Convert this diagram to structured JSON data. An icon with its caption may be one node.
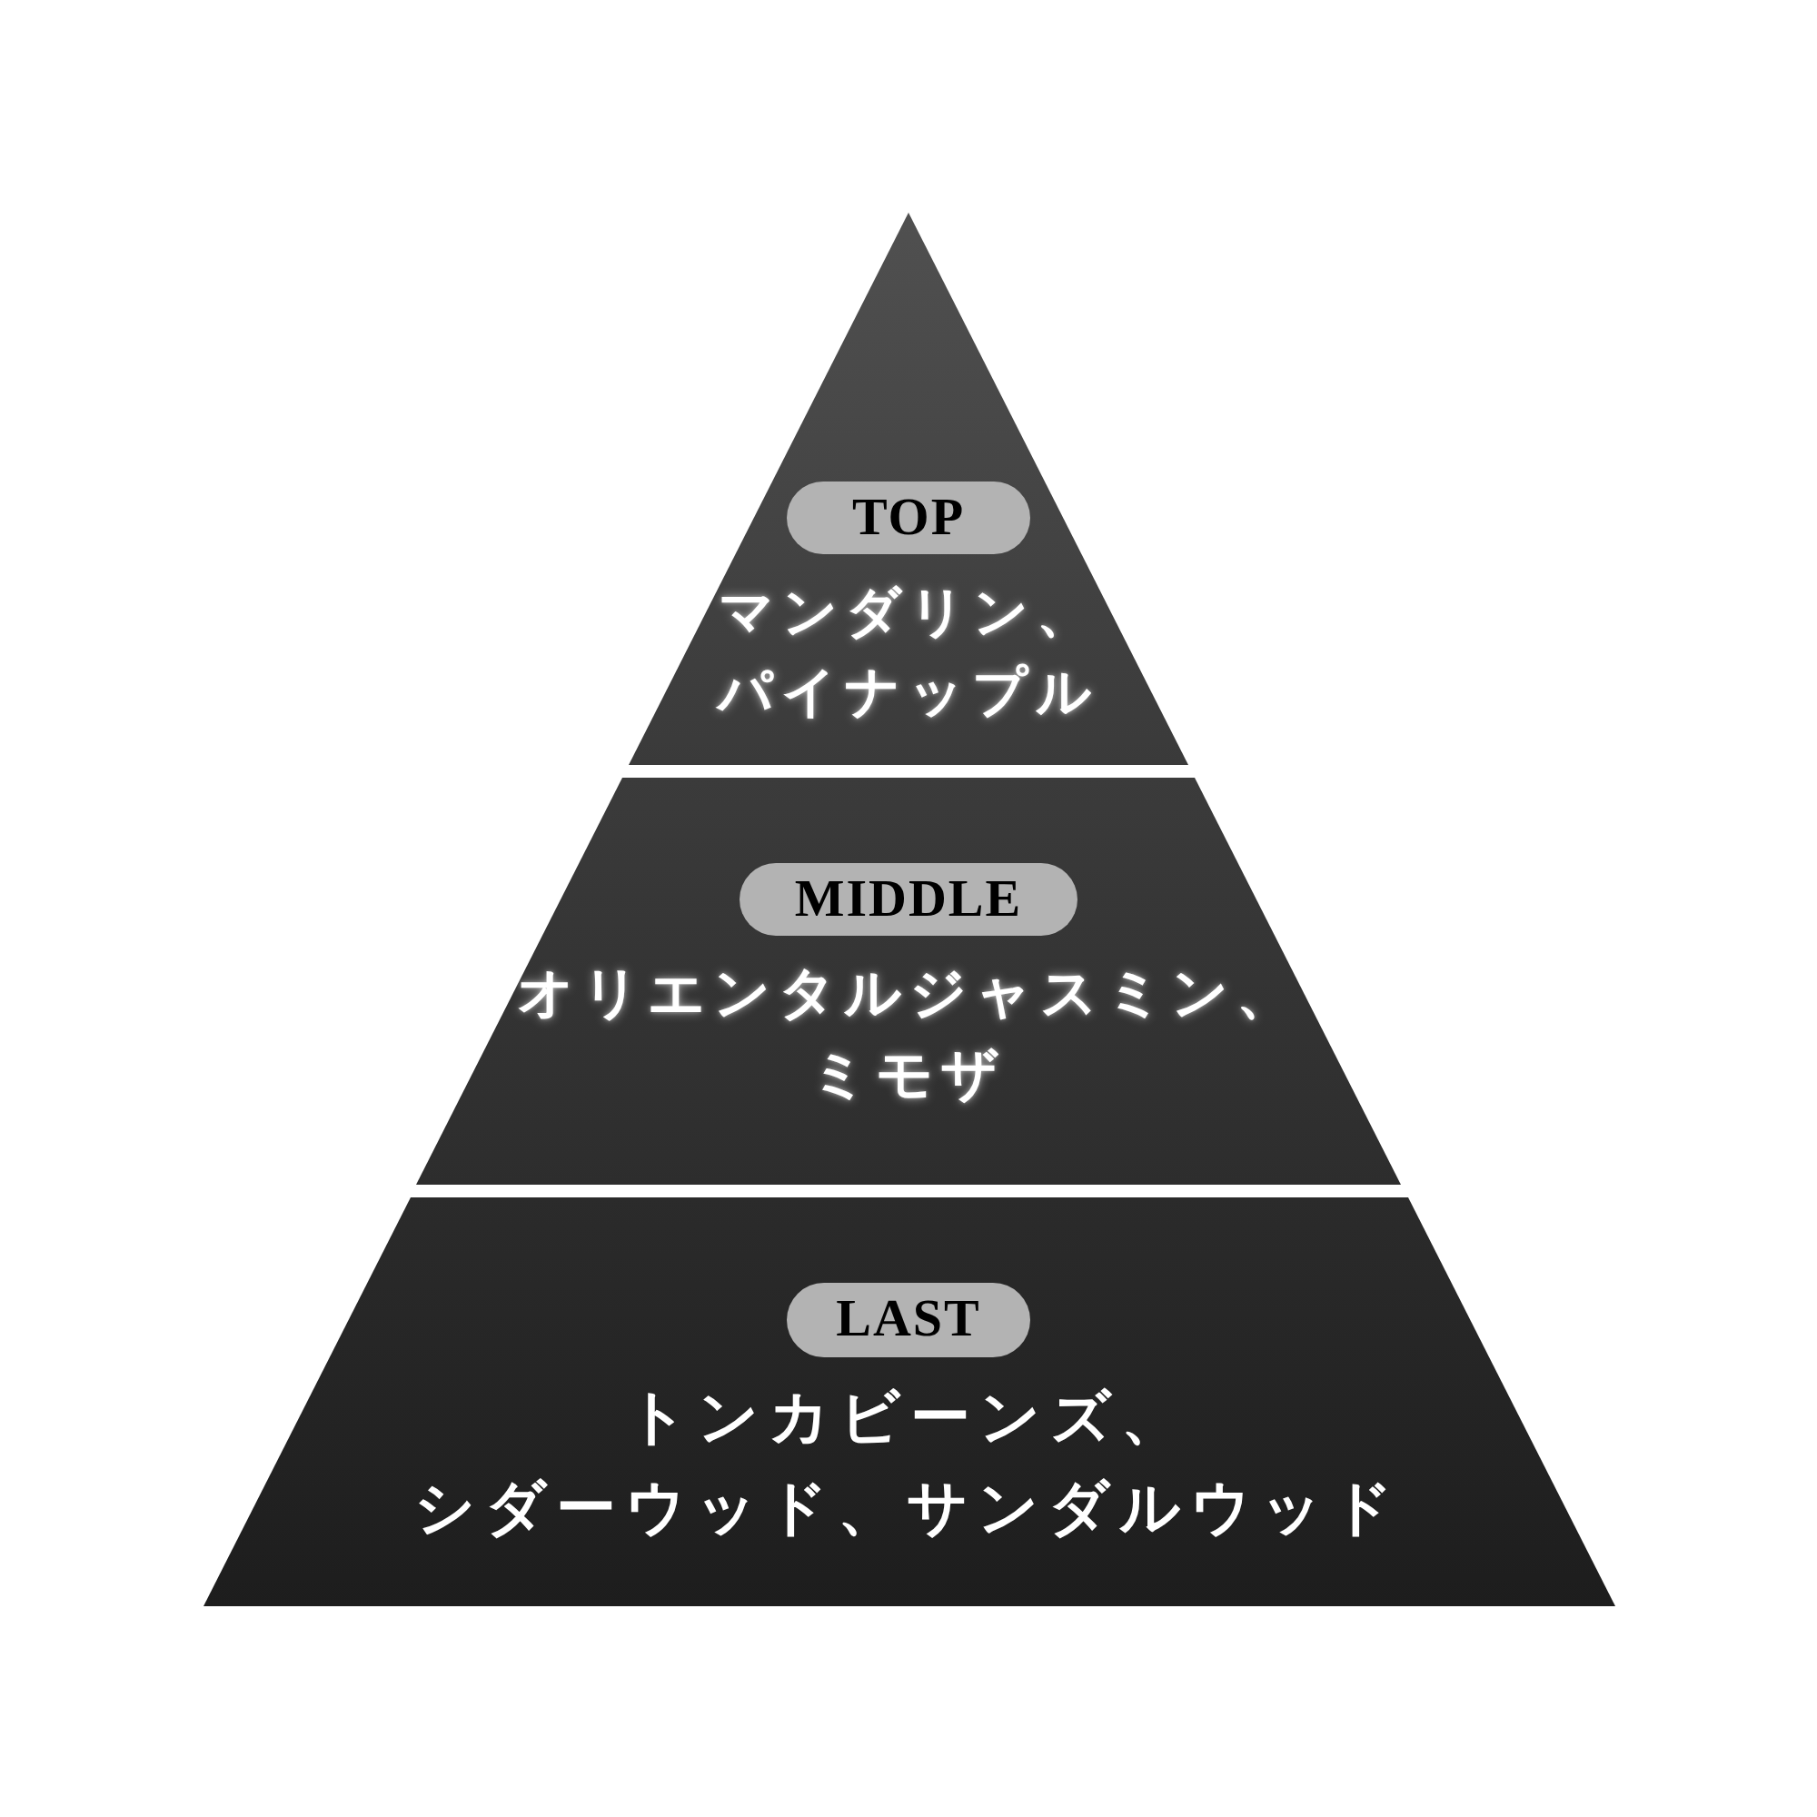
{
  "diagram": {
    "nodes": [
      {
        "text": [
          "マンダリン、パイナップル"
        ]
      },
      {
        "text": [
          "TOP"
        ],
        "in": 0
      },
      {
        "text": [
          "オリエンタルジャスミン、ミモザ"
        ]
      },
      {
        "text": [
          "MIDDLE"
        ],
        "in": 2
      },
      {
        "text": [
          "トンカビーンズ、シダーウッド、サンダルウッド"
        ]
      },
      {
        "text": [
          "LAST"
        ],
        "in": 4
      }
    ]
  }
}
